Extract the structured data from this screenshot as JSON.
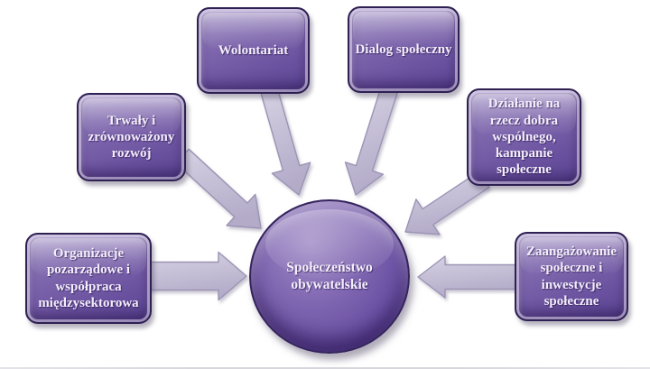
{
  "center": {
    "label": "Społeczeństwo obywatelskie"
  },
  "nodes": [
    {
      "id": "wolontariat",
      "label": "Wolontariat"
    },
    {
      "id": "dialog",
      "label": "Dialog społeczny"
    },
    {
      "id": "trwaly",
      "label": "Trwały i zrównoważony rozwój"
    },
    {
      "id": "dzialanie",
      "label": "Działanie na rzecz dobra wspólnego, kampanie społeczne"
    },
    {
      "id": "organizacje",
      "label": "Organizacje pozarządowe i współpraca międzysektorowa"
    },
    {
      "id": "zaangazowanie",
      "label": "Zaangażowanie społeczne i inwestycje społeczne"
    }
  ],
  "colors": {
    "node_fill_mid": "#7d65ac",
    "node_border": "#2e2052",
    "circle_fill_mid": "#7a61ac",
    "arrow_fill_light": "#d7d2e4",
    "arrow_fill_dark": "#b3abc8",
    "arrow_stroke": "#9c94b4",
    "label_text": "#f3eefb",
    "background": "#ffffff"
  }
}
